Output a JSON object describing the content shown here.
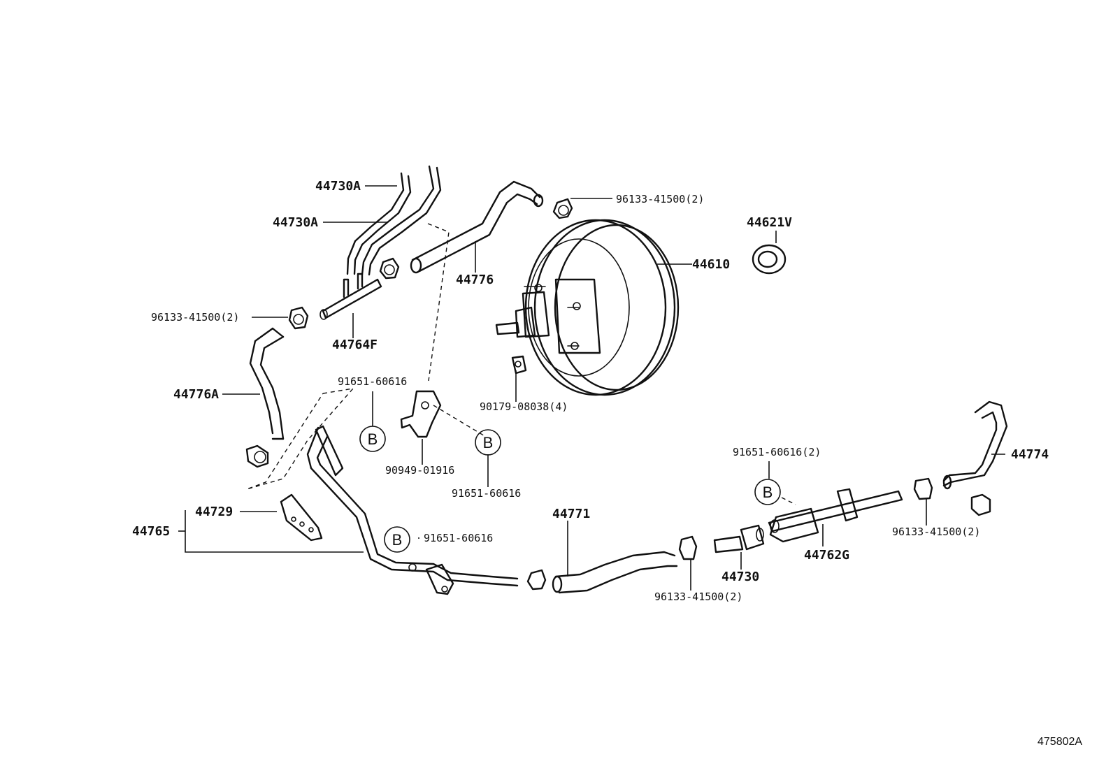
{
  "labels": {
    "p44730A_1": "44730A",
    "p44730A_2": "44730A",
    "p96133_top": "96133-41500(2)",
    "p44621V": "44621V",
    "p44610": "44610",
    "p44776": "44776",
    "p96133_left": "96133-41500(2)",
    "p44764F": "44764F",
    "p44776A": "44776A",
    "p91651_a": "91651-60616",
    "p90179": "90179-08038(4)",
    "p90949": "90949-01916",
    "p91651_b": "91651-60616",
    "p44774": "44774",
    "p91651_c": "91651-60616(2)",
    "p96133_right": "96133-41500(2)",
    "p44729": "44729",
    "p44765": "44765",
    "p44771": "44771",
    "p91651_d": "91651-60616",
    "p44762G": "44762G",
    "p44730": "44730",
    "p96133_bottom": "96133-41500(2)"
  },
  "markers": {
    "b1": "B",
    "b2": "B",
    "b3": "B",
    "b4": "B"
  },
  "reference": "475802A",
  "icons": {
    "hose_clamp": "hose-clamp-icon",
    "booster": "brake-booster-icon",
    "check_valve": "check-valve-icon"
  }
}
